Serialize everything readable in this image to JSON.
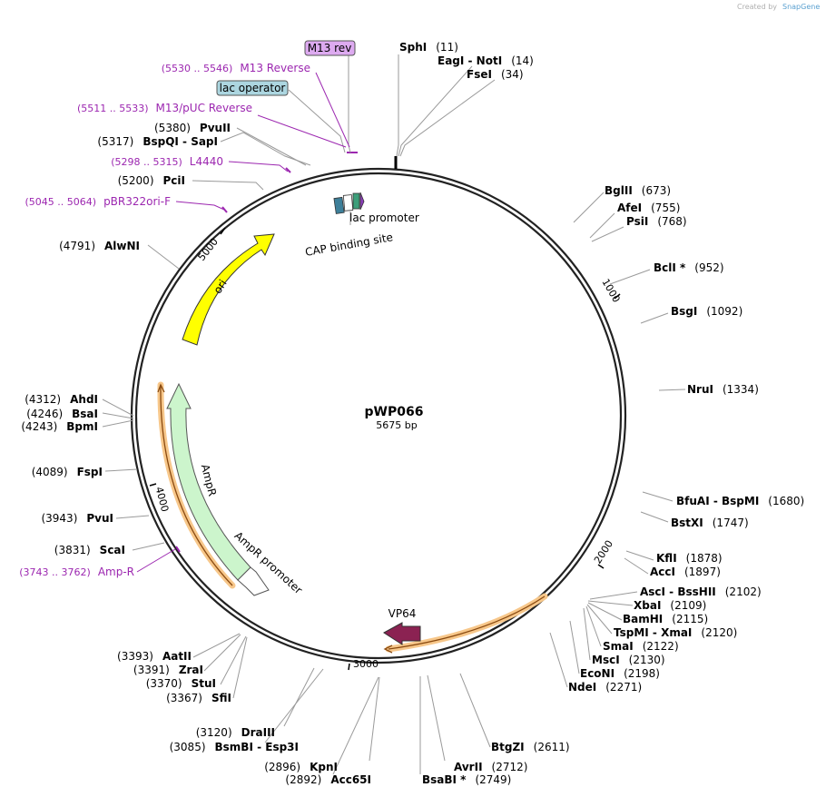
{
  "credit": {
    "prefix": "Created by",
    "brand": "SnapGene"
  },
  "plasmid": {
    "name": "pWP066",
    "length_label": "5675 bp"
  },
  "features": {
    "ori": "ori",
    "ampr": "AmpR",
    "ampr_promoter": "AmpR promoter",
    "vp64": "VP64",
    "lac_promoter": "lac promoter",
    "cap_site": "CAP binding site",
    "m13_rev": "M13 rev",
    "lac_operator": "lac operator"
  },
  "ticks": [
    "5000",
    "1000",
    "2000",
    "3000",
    "4000"
  ],
  "primers": [
    {
      "range": "(5530 .. 5546)",
      "name": "M13 Reverse"
    },
    {
      "range": "(5511 .. 5533)",
      "name": "M13/pUC Reverse"
    },
    {
      "range": "(5298 .. 5315)",
      "name": "L4440"
    },
    {
      "range": "(5045 .. 5064)",
      "name": "pBR322ori-F"
    },
    {
      "range": "(3743 .. 3762)",
      "name": "Amp-R"
    }
  ],
  "enzymes": [
    {
      "name": "SphI",
      "pos": "(11)"
    },
    {
      "name": "EagI",
      "name2": "NotI",
      "pos": "(14)"
    },
    {
      "name": "FseI",
      "pos": "(34)"
    },
    {
      "name": "BglII",
      "pos": "(673)"
    },
    {
      "name": "AfeI",
      "pos": "(755)"
    },
    {
      "name": "PsiI",
      "pos": "(768)"
    },
    {
      "name": "BclI *",
      "pos": "(952)"
    },
    {
      "name": "BsgI",
      "pos": "(1092)"
    },
    {
      "name": "NruI",
      "pos": "(1334)"
    },
    {
      "name": "BfuAI",
      "name2": "BspMI",
      "pos": "(1680)"
    },
    {
      "name": "BstXI",
      "pos": "(1747)"
    },
    {
      "name": "KflI",
      "pos": "(1878)"
    },
    {
      "name": "AccI",
      "pos": "(1897)"
    },
    {
      "name": "AscI",
      "name2": "BssHII",
      "pos": "(2102)"
    },
    {
      "name": "XbaI",
      "pos": "(2109)"
    },
    {
      "name": "BamHI",
      "pos": "(2115)"
    },
    {
      "name": "TspMI",
      "name2": "XmaI",
      "pos": "(2120)"
    },
    {
      "name": "SmaI",
      "pos": "(2122)"
    },
    {
      "name": "MscI",
      "pos": "(2130)"
    },
    {
      "name": "EcoNI",
      "pos": "(2198)"
    },
    {
      "name": "NdeI",
      "pos": "(2271)"
    },
    {
      "name": "BtgZI",
      "pos": "(2611)"
    },
    {
      "name": "AvrII",
      "pos": "(2712)"
    },
    {
      "name": "BsaBI *",
      "pos": "(2749)"
    },
    {
      "name": "KpnI",
      "pos": "(2896)"
    },
    {
      "name": "Acc65I",
      "pos": "(2892)"
    },
    {
      "name": "DraIII",
      "pos": "(3120)"
    },
    {
      "name": "BsmBI",
      "name2": "Esp3I",
      "pos": "(3085)"
    },
    {
      "name": "AatII",
      "pos": "(3393)"
    },
    {
      "name": "ZraI",
      "pos": "(3391)"
    },
    {
      "name": "StuI",
      "pos": "(3370)"
    },
    {
      "name": "SfiI",
      "pos": "(3367)"
    },
    {
      "name": "ScaI",
      "pos": "(3831)"
    },
    {
      "name": "PvuI",
      "pos": "(3943)"
    },
    {
      "name": "FspI",
      "pos": "(4089)"
    },
    {
      "name": "AhdI",
      "pos": "(4312)"
    },
    {
      "name": "BsaI",
      "pos": "(4246)"
    },
    {
      "name": "BpmI",
      "pos": "(4243)"
    },
    {
      "name": "AlwNI",
      "pos": "(4791)"
    },
    {
      "name": "PciI",
      "pos": "(5200)"
    },
    {
      "name": "BspQI",
      "name2": "SapI",
      "pos": "(5317)"
    },
    {
      "name": "PvuII",
      "pos": "(5380)"
    }
  ]
}
